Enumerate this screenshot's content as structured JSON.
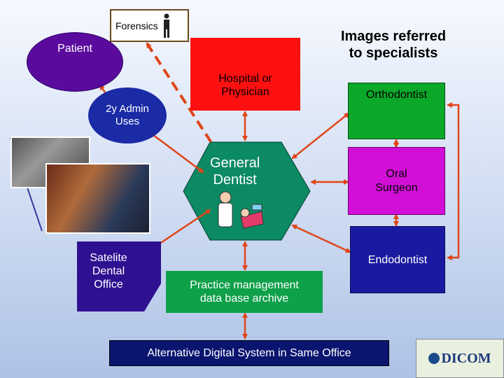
{
  "nodes": {
    "forensics": "Forensics",
    "patient": "Patient",
    "hospital": "Hospital or\nPhysician",
    "images_referred": "Images referred\nto specialists",
    "admin_uses": "2y Admin\nUses",
    "orthodontist": "Orthodontist",
    "general_dentist": "General\nDentist",
    "oral_surgeon": "Oral\nSurgeon",
    "satelite": "Satelite\nDental\nOffice",
    "endodontist": "Endodontist",
    "practice_mgmt": "Practice management\ndata base archive",
    "alt_digital": "Alternative Digital System in Same Office"
  },
  "logo": {
    "text": "DICOM"
  },
  "colors": {
    "patient": "#5a0b9e",
    "hospital": "#ff1010",
    "admin": "#1b2aa5",
    "orthodontist": "#0ba82a",
    "dentist": "#0c8a64",
    "oral_surgeon": "#d10fd6",
    "satelite": "#2e1191",
    "endodontist": "#1a1aa0",
    "practice": "#0fa04a",
    "alt_digital": "#0a1570",
    "arrow": "#e0451a"
  }
}
